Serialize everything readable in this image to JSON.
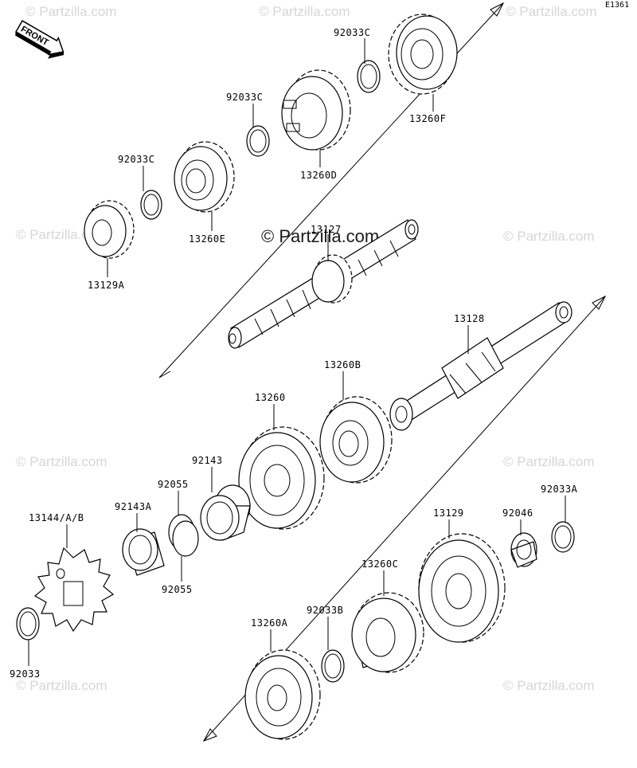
{
  "diagram_code": "E1361",
  "front_label": "FRONT",
  "watermark": "© Partzilla.com",
  "center_watermark": "© Partzilla.com",
  "labels": {
    "p13260F": "13260F",
    "p92033C_a": "92033C",
    "p92033C_b": "92033C",
    "p13260D": "13260D",
    "p92033C_c": "92033C",
    "p13260E": "13260E",
    "p13129A": "13129A",
    "p13127": "13127",
    "p13128": "13128",
    "p13260B": "13260B",
    "p13260": "13260",
    "p92143": "92143",
    "p92055_top": "92055",
    "p92143A": "92143A",
    "p13144": "13144/A/B",
    "p92055_bot": "92055",
    "p92033": "92033",
    "p13129": "13129",
    "p92046": "92046",
    "p92033A": "92033A",
    "p13260C": "13260C",
    "p92033B": "92033B",
    "p13260A": "13260A"
  }
}
